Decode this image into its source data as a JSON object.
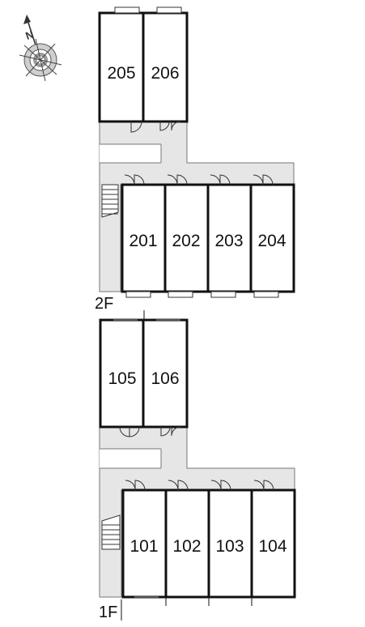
{
  "floors": [
    {
      "label": "2F",
      "rooms": {
        "upper": [
          "205",
          "206"
        ],
        "lower": [
          "201",
          "202",
          "203",
          "204"
        ]
      }
    },
    {
      "label": "1F",
      "rooms": {
        "upper": [
          "105",
          "106"
        ],
        "lower": [
          "101",
          "102",
          "103",
          "104"
        ]
      }
    }
  ],
  "compass": {
    "north_label": "N",
    "icon": "compass-icon"
  },
  "colors": {
    "corridor": "#e6e6e6",
    "wall": "#111111",
    "background": "#ffffff"
  }
}
